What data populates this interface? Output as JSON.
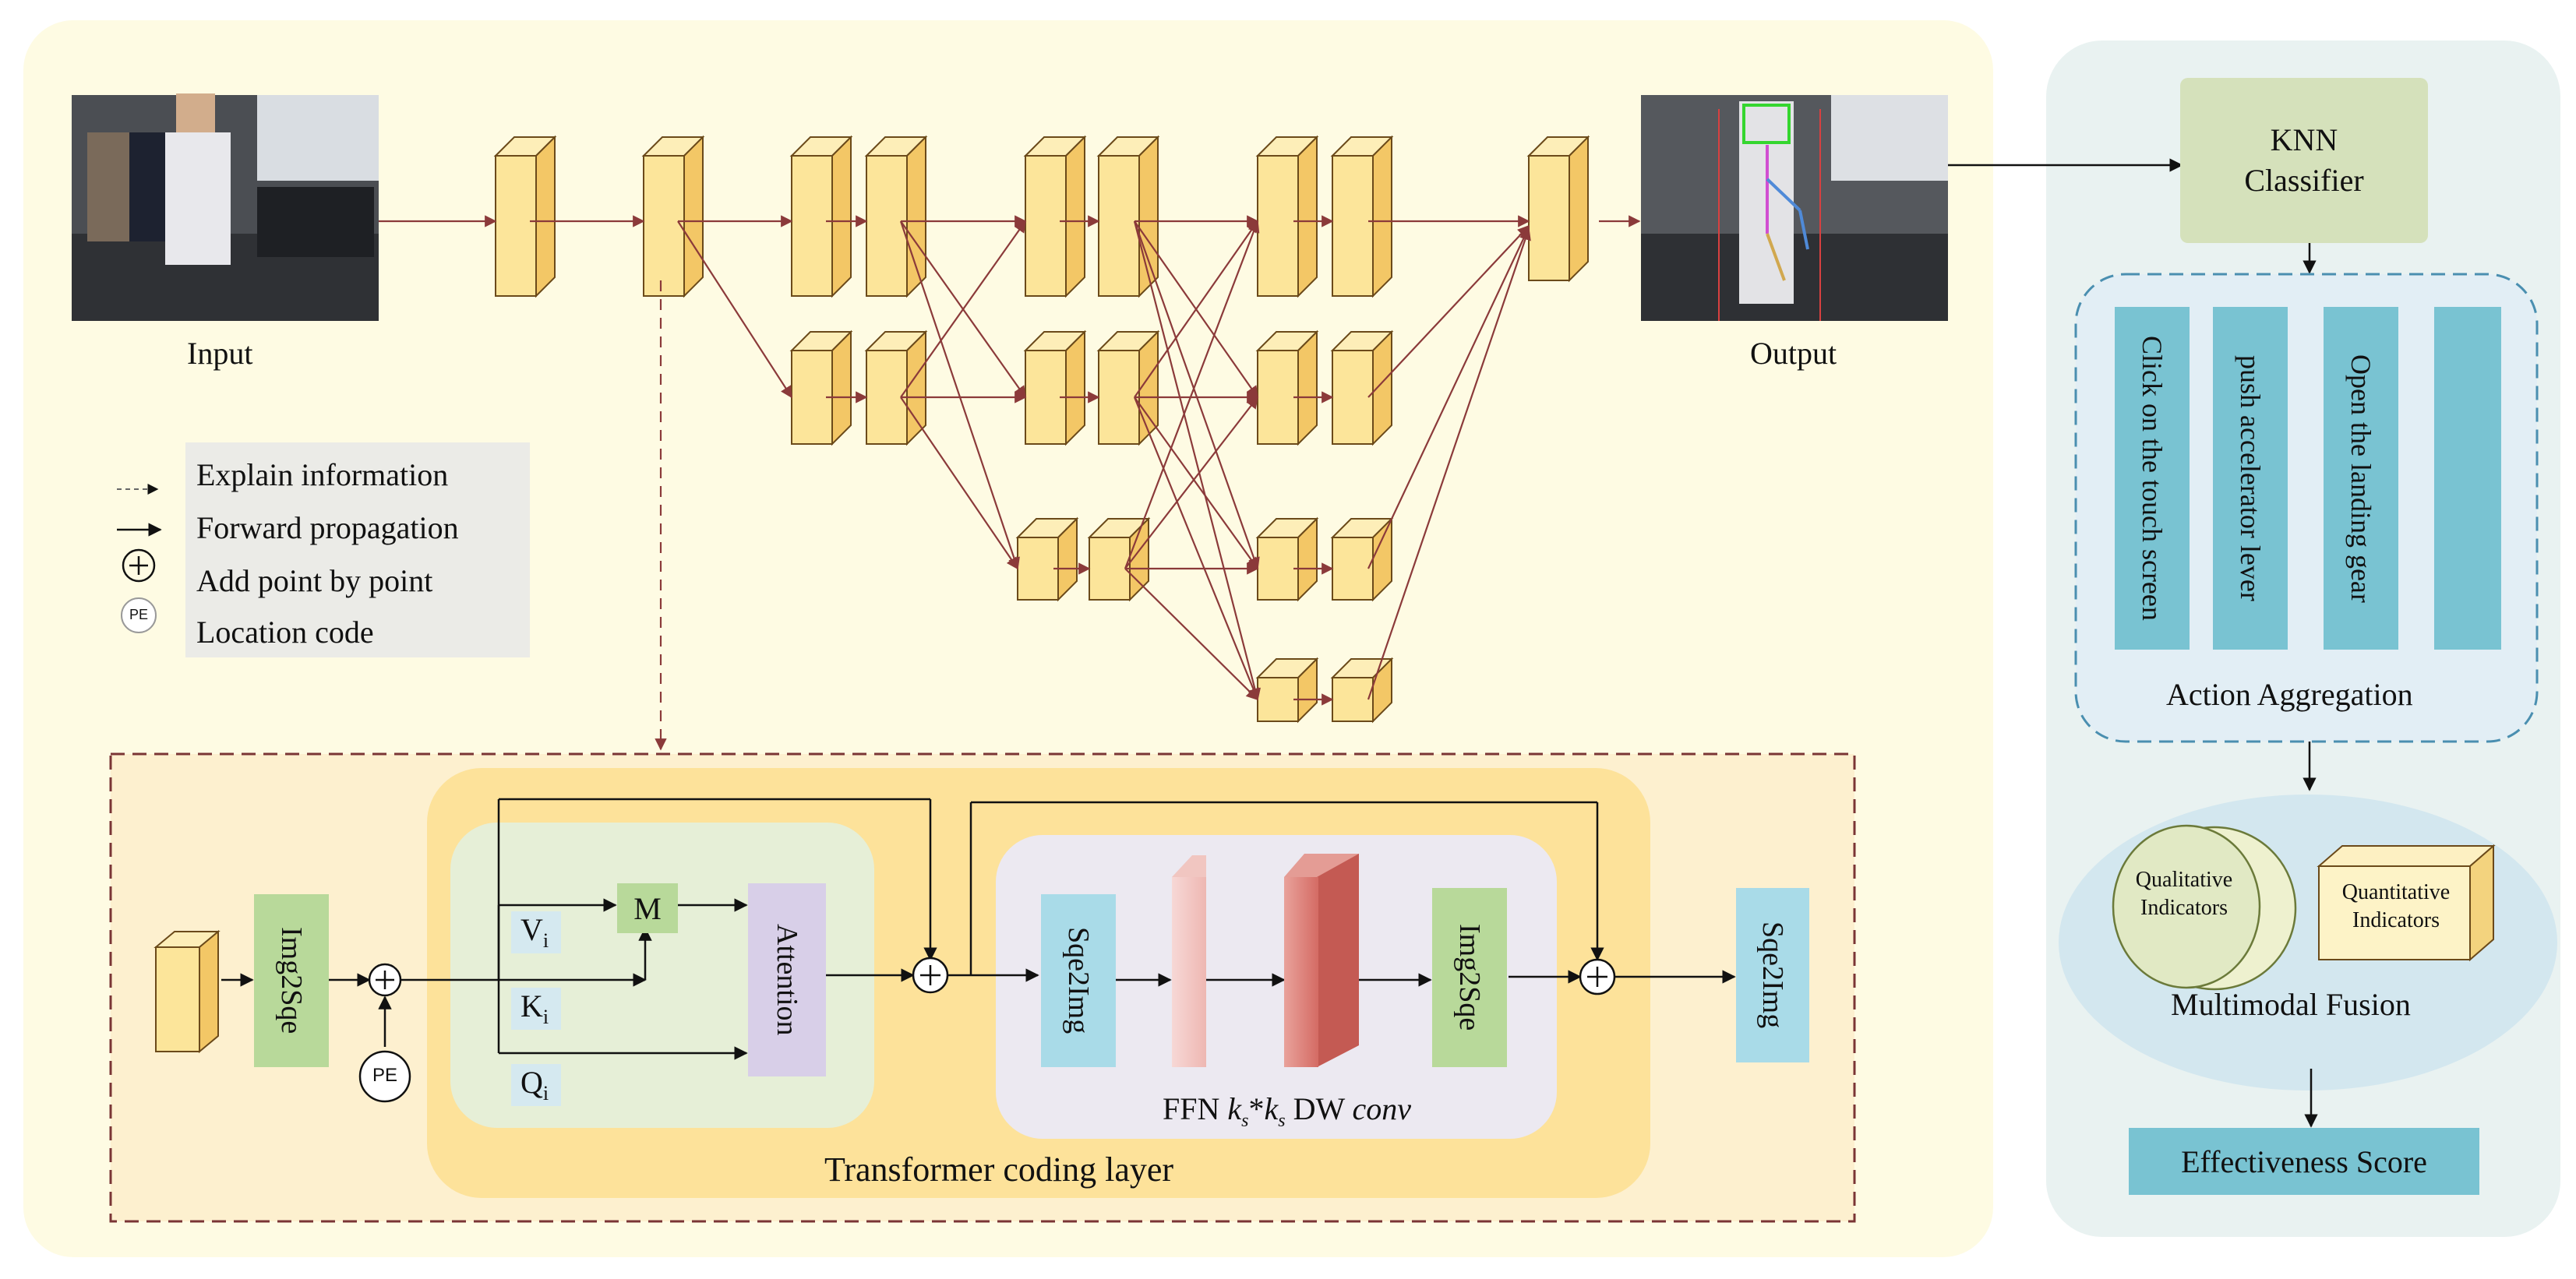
{
  "colors": {
    "left_panel": "#fefbe3",
    "right_panel": "#e9f2f1",
    "cube_front": "#fce59a",
    "cube_side": "#f3c766",
    "cube_top": "#fdeeb8",
    "arrow": "#8b3a3a",
    "green_block": "#b8d99a",
    "blue_block": "#a9dbe8",
    "purple_block": "#d8cfe8",
    "action_card": "#79c3d2",
    "transformer_bg": "#fde29a",
    "attention_group_bg": "#e6efd7",
    "ffn_group_bg": "#ece9f1",
    "dashed_box_bg": "#fdf0cf"
  },
  "images": {
    "input_label": "Input",
    "output_label": "Output"
  },
  "legend": {
    "items": [
      {
        "icon": "dashed-arrow-icon",
        "label": "Explain information"
      },
      {
        "icon": "solid-arrow-icon",
        "label": "Forward propagation"
      },
      {
        "icon": "circle-plus-icon",
        "label": "Add point by point"
      },
      {
        "icon": "pe-circle-icon",
        "label": "Location code"
      }
    ]
  },
  "transformer": {
    "title": "Transformer coding layer",
    "img2sqe_in": "Img2Sqe",
    "pe": "PE",
    "vi": "V",
    "ki": "K",
    "qi": "Q",
    "sub_i": "i",
    "m": "M",
    "attention": "Attention",
    "sqe2img_ffn": "Sqe2Img",
    "img2sqe_ffn": "Img2Sqe",
    "ffn_label_prefix": "FFN ",
    "ffn_k": "k",
    "ffn_s": "s",
    "ffn_star": "*",
    "ffn_dw": " DW ",
    "ffn_conv": "conv",
    "sqe2img_out": "Sqe2Img"
  },
  "right": {
    "knn_line1": "KNN",
    "knn_line2": "Classifier",
    "actions": [
      "Click on the touch screen",
      "push accelerator lever",
      "Open the landing gear",
      ""
    ],
    "aggregation_label": "Action Aggregation",
    "qualitative_line1": "Qualitative",
    "qualitative_line2": "Indicators",
    "quantitative_line1": "Quantitative",
    "quantitative_line2": "Indicators",
    "fusion_label": "Multimodal Fusion",
    "score_label": "Effectiveness Score"
  }
}
